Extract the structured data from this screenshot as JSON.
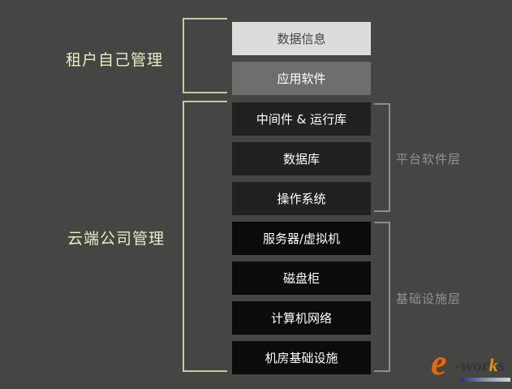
{
  "diagram": {
    "description": "cloud-computing-layer-stack",
    "background": "#454543"
  },
  "left_labels": [
    {
      "text": "租户自己管理"
    },
    {
      "text": "云端公司管理"
    }
  ],
  "right_labels": [
    {
      "text": "平台软件层"
    },
    {
      "text": "基础设施层"
    }
  ],
  "layers": [
    {
      "label": "数据信息",
      "variant": "light",
      "managed_by": "租户自己管理"
    },
    {
      "label": "应用软件",
      "variant": "medium",
      "managed_by": "租户自己管理"
    },
    {
      "label": "中间件 & 运行库",
      "variant": "dark",
      "managed_by": "云端公司管理",
      "group": "平台软件层"
    },
    {
      "label": "数据库",
      "variant": "dark",
      "managed_by": "云端公司管理",
      "group": "平台软件层"
    },
    {
      "label": "操作系统",
      "variant": "dark",
      "managed_by": "云端公司管理",
      "group": "平台软件层"
    },
    {
      "label": "服务器/虚拟机",
      "variant": "black",
      "managed_by": "云端公司管理",
      "group": "基础设施层"
    },
    {
      "label": "磁盘柜",
      "variant": "black",
      "managed_by": "云端公司管理",
      "group": "基础设施层"
    },
    {
      "label": "计算机网络",
      "variant": "black",
      "managed_by": "云端公司管理",
      "group": "基础设施层"
    },
    {
      "label": "机房基础设施",
      "variant": "black",
      "managed_by": "云端公司管理",
      "group": "基础设施层"
    }
  ],
  "logo": {
    "name": "e-works",
    "e": "e",
    "dash_wor": "-wor",
    "k": "k",
    "s": "s"
  },
  "colors": {
    "background": "#454543",
    "left_label_text": "#e8ecc4",
    "left_bracket": "#c6cb9d",
    "right_label_text": "#919191",
    "right_bracket": "#8e8e8e",
    "box_light_bg": "#dcdcdc",
    "box_light_text": "#454545",
    "box_medium_bg": "#6e6e6e",
    "box_dark_bg": "#212121",
    "box_black_bg": "#0b0b0b",
    "box_text": "#ffffff",
    "logo_orange": "#dd6a1a",
    "logo_gold": "#e8940c",
    "logo_dark": "#33333b",
    "logo_bar_blue": "#24356e"
  }
}
